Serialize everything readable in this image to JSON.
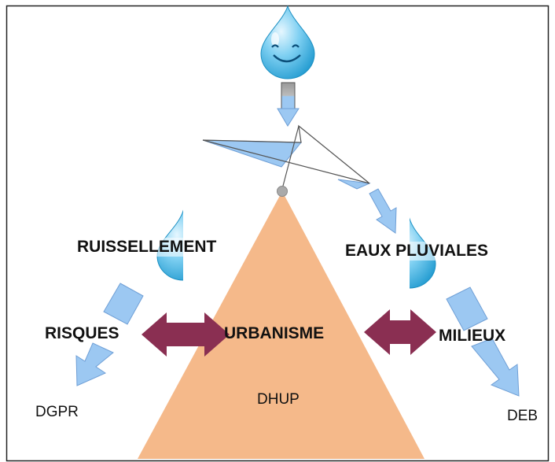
{
  "labels": {
    "ruissellement": "RUISSELLEMENT",
    "eaux_pluviales": "EAUX PLUVIALES",
    "risques": "RISQUES",
    "urbanisme": "URBANISME",
    "milieux": "MILIEUX",
    "dhup": "DHUP",
    "dgpr": "DGPR",
    "deb": "DEB"
  },
  "colors": {
    "pyramid": "#f5b98a",
    "arrow_blue": "#9cc8f2",
    "arrow_blue_stroke": "#6f9fd6",
    "double_arrow": "#8a2f52",
    "drop_light": "#e6f7ff",
    "drop_dark": "#1f99cf",
    "pivot": "#aaaaaa",
    "frame": "#222222"
  },
  "icons": {
    "top_drop": "smiling-water-drop-icon",
    "left_drop": "half-water-drop-icon",
    "right_drop": "half-water-drop-icon"
  }
}
